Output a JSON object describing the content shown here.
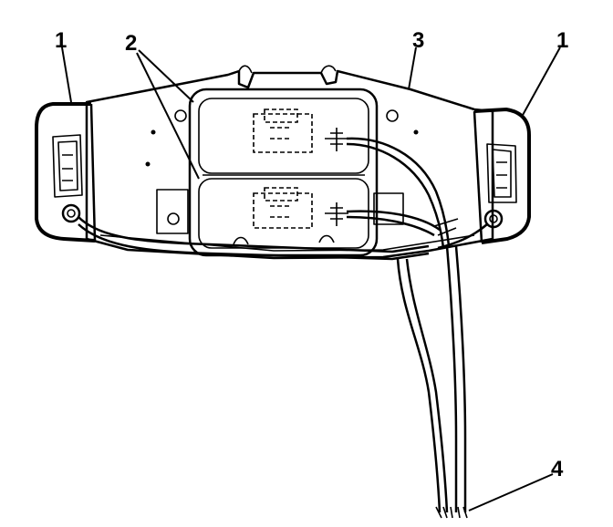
{
  "diagram": {
    "callouts": [
      {
        "label": "1",
        "part": "end-lamp"
      },
      {
        "label": "2",
        "part": "reading-lamp-housing"
      },
      {
        "label": "3",
        "part": "console-base"
      },
      {
        "label": "1",
        "part": "end-lamp"
      },
      {
        "label": "4",
        "part": "wiring-harness-connector"
      }
    ]
  }
}
